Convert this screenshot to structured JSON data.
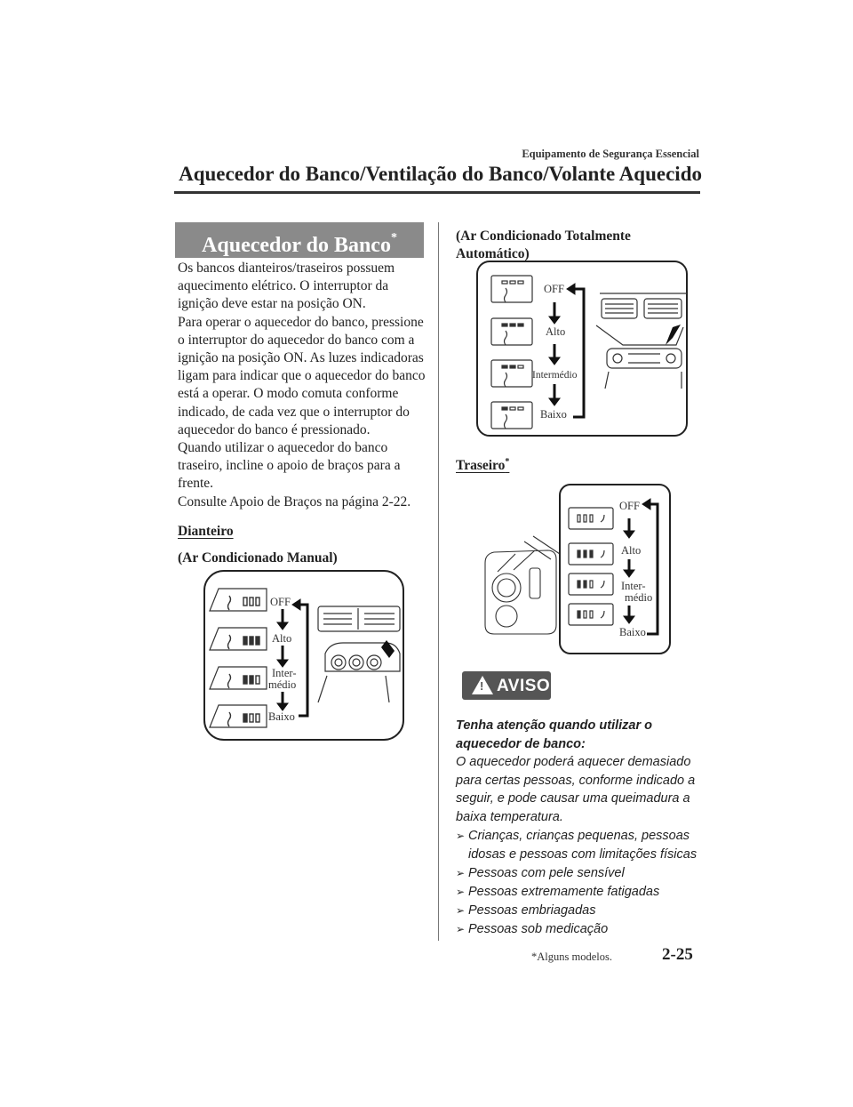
{
  "header": {
    "section": "Equipamento de Segurança Essencial",
    "title": "Aquecedor do Banco/Ventilação do Banco/Volante Aquecido"
  },
  "banner": {
    "title": "Aquecedor do Banco",
    "mark": "*"
  },
  "intro": [
    "Os bancos dianteiros/traseiros possuem aquecimento elétrico. O interruptor da ignição deve estar na posição ON.",
    "Para operar o aquecedor do banco, pressione o interruptor do aquecedor do banco com a ignição na posição ON. As luzes indicadoras ligam para indicar que o aquecedor do banco está a operar. O modo comuta conforme indicado, de cada vez que o interruptor do aquecedor do banco é pressionado.",
    "Quando utilizar o aquecedor do banco traseiro, incline o apoio de braços para a frente.",
    "Consulte Apoio de Braços na página 2-22."
  ],
  "front": {
    "heading": "Dianteiro",
    "manual_label": "(Ar Condicionado Manual)",
    "auto_label": "(Ar Condicionado Totalmente Automático)",
    "manual_modes": [
      "OFF",
      "Alto",
      "Inter-",
      "médio",
      "Baixo"
    ],
    "auto_modes": [
      "OFF",
      "Alto",
      "Intermédio",
      "Baixo"
    ]
  },
  "rear": {
    "heading": "Traseiro",
    "mark": "*",
    "modes": [
      "OFF",
      "Alto",
      "Inter-",
      "médio",
      "Baixo"
    ]
  },
  "warning": {
    "badge": "AVISO",
    "title": "Tenha atenção quando utilizar o aquecedor de banco:",
    "text": "O aquecedor poderá aquecer demasiado para certas pessoas, conforme indicado a seguir, e pode causar uma queimadura a baixa temperatura.",
    "items": [
      "Crianças, crianças pequenas, pessoas idosas e pessoas com limitações físicas",
      "Pessoas com pele sensível",
      "Pessoas extremamente fatigadas",
      "Pessoas embriagadas",
      "Pessoas sob medicação"
    ]
  },
  "footer": {
    "footnote": "*Alguns modelos.",
    "page": "2-25"
  }
}
